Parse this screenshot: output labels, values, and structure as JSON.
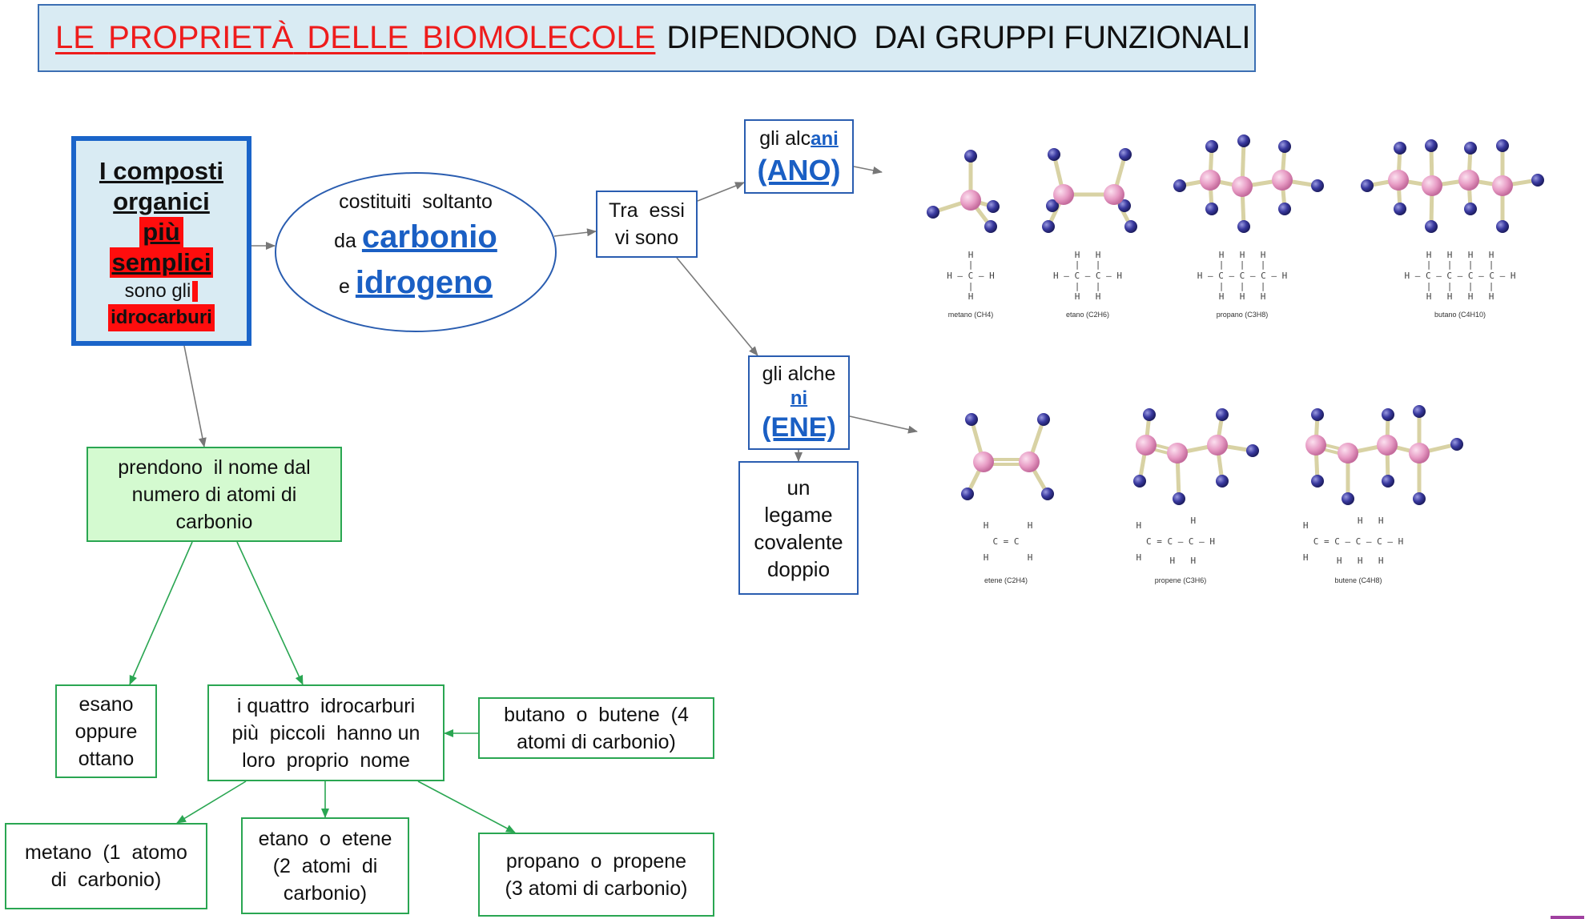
{
  "title": {
    "red_words": [
      "LE",
      "PROPRIETÀ",
      "DELLE",
      "BIOMOLECOLE"
    ],
    "black_part": "DIPENDONO  DAI GRUPPI FUNZIONALI"
  },
  "main_box": {
    "line1": "I composti",
    "line2": "organici",
    "line3": "più",
    "line4": "semplici",
    "line5": "sono gli",
    "line6": "idrocarburi"
  },
  "ellipse": {
    "line1": "costituiti  soltanto",
    "prefix2": "da",
    "word2": "carbonio",
    "prefix3": "e",
    "word3": "idrogeno"
  },
  "tra_essi": {
    "line1": "Tra  essi",
    "line2": "vi sono"
  },
  "alcani": {
    "prefix": "gli alc",
    "suffix": "ani",
    "ending": "(ANO)"
  },
  "alcheni": {
    "prefix": "gli alche",
    "suffix": "ni",
    "ending": "(ENE)"
  },
  "legame": {
    "lines": [
      "un",
      "legame",
      "covalente",
      "doppio"
    ]
  },
  "prendono": {
    "lines": [
      "prendono  il nome dal",
      "numero di atomi di",
      "carbonio"
    ]
  },
  "esano": {
    "lines": [
      "esano",
      "oppure",
      "ottano"
    ]
  },
  "quattro": {
    "lines": [
      "i quattro  idrocarburi",
      "più  piccoli  hanno un",
      "loro  proprio  nome"
    ]
  },
  "butano": {
    "lines": [
      "butano  o  butene  (4",
      "atomi di carbonio)"
    ]
  },
  "metano": {
    "lines": [
      "metano  (1  atomo",
      "di  carbonio)"
    ]
  },
  "etano": {
    "lines": [
      "etano  o  etene",
      "(2  atomi  di",
      "carbonio)"
    ]
  },
  "propano": {
    "lines": [
      "propano  o  propene",
      "(3 atomi di carbonio)"
    ]
  },
  "molecules": {
    "alkanes": [
      {
        "name": "metano",
        "formula": "metano (CH4)",
        "carbons": 1
      },
      {
        "name": "etano",
        "formula": "etano (C2H6)",
        "carbons": 2
      },
      {
        "name": "propano",
        "formula": "propano (C3H8)",
        "carbons": 3
      },
      {
        "name": "butano",
        "formula": "butano (C4H10)",
        "carbons": 4
      }
    ],
    "alkenes": [
      {
        "name": "etene",
        "formula": "etene (C2H4)",
        "carbons": 2
      },
      {
        "name": "propene",
        "formula": "propene (C3H6)",
        "carbons": 3
      },
      {
        "name": "butene",
        "formula": "butene (C4H8)",
        "carbons": 4
      }
    ],
    "atom_labels": {
      "h": "H",
      "c": "C"
    }
  },
  "colors": {
    "accent_red": "#ee1c1c",
    "accent_blue": "#1a5fc4",
    "box_blue": "#2a5db0",
    "box_green": "#2aa652",
    "carbon_atom": "#e79bc4",
    "hydrogen_atom": "#3a3aa0"
  }
}
